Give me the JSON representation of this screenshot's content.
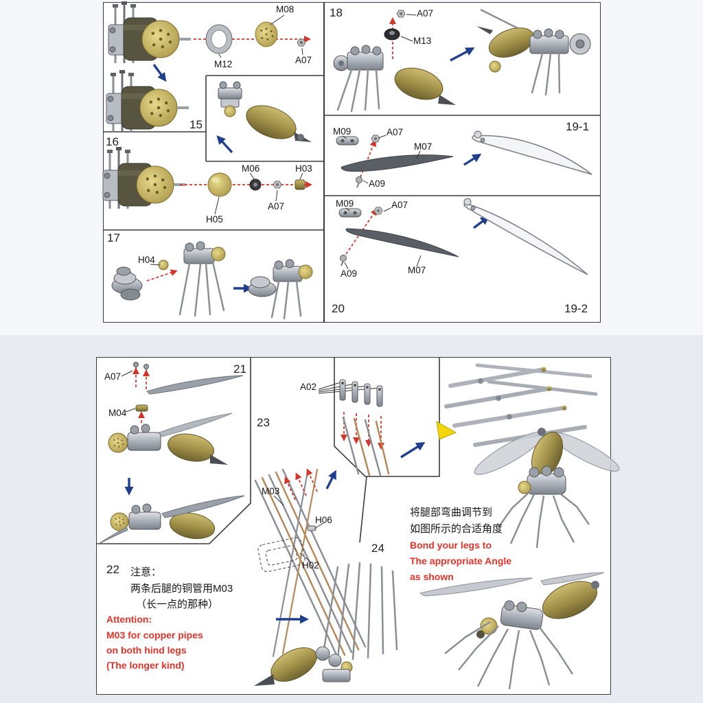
{
  "page": {
    "background": "#e9ebf3",
    "panel_background": "#ffffff",
    "border_color": "#3a3a3a",
    "accent_red": "#e53228",
    "arrow_red": "#d63428",
    "arrow_blue": "#1f3f8e",
    "brass_color": "#9d8d46",
    "metal_color": "#aab0b8"
  },
  "parts": {
    "M08": "M08",
    "M12": "M12",
    "A07": "A07",
    "M13": "M13",
    "M09": "M09",
    "M07": "M07",
    "A09": "A09",
    "M06": "M06",
    "H03": "H03",
    "H05": "H05",
    "H04": "H04",
    "A02": "A02",
    "M03": "M03",
    "H06": "H06",
    "H02": "H02",
    "M04": "M04"
  },
  "steps": {
    "s15": "15",
    "s16": "16",
    "s17": "17",
    "s18": "18",
    "s19_1": "19-1",
    "s19_2": "19-2",
    "s20": "20",
    "s21": "21",
    "s22": "22",
    "s23": "23",
    "s24": "24"
  },
  "notes": {
    "hind_legs": {
      "cn_title": "注意：",
      "cn_line1": "两条后腿的铜管用M03",
      "cn_line2": "（长一点的那种）",
      "en_title": "Attention:",
      "en_line1": "M03 for copper pipes",
      "en_line2": "on both hind legs",
      "en_line3": "(The longer kind)"
    },
    "leg_angle": {
      "cn_line1": "将腿部弯曲调节到",
      "cn_line2": "如图所示的合适角度",
      "en_line1": "Bond your legs to",
      "en_line2": "The appropriate Angle",
      "en_line3": "as shown"
    }
  }
}
